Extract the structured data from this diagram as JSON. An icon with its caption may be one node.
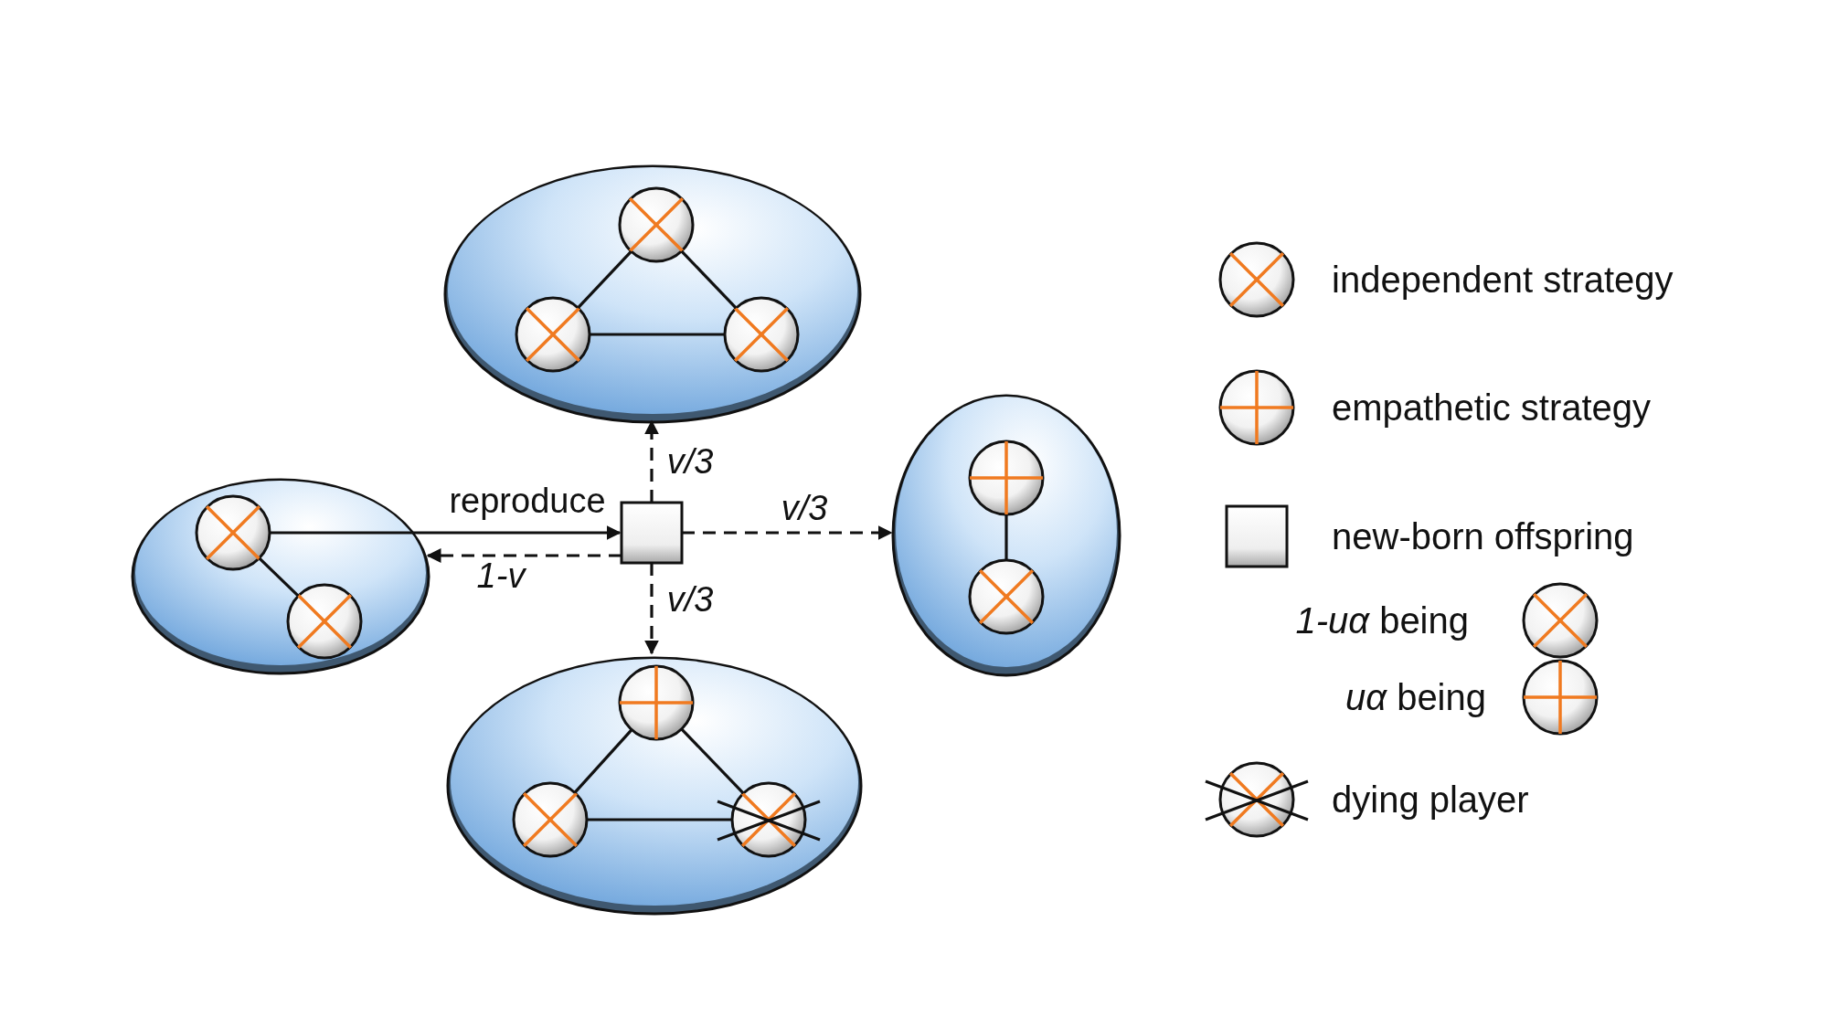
{
  "diagram": {
    "nodes": [
      {
        "text": [],
        "shape": "ellipse"
      },
      {
        "text": [],
        "shape": "circle",
        "in": 0
      },
      {
        "text": [],
        "shape": "circle",
        "in": 0
      },
      {
        "text": [],
        "shape": "circle",
        "in": 0
      },
      {
        "text": [],
        "shape": "ellipse"
      },
      {
        "text": [],
        "shape": "circle",
        "in": 4
      },
      {
        "text": [],
        "shape": "circle",
        "in": 4
      },
      {
        "text": [],
        "shape": "box"
      },
      {
        "text": [],
        "shape": "ellipse"
      },
      {
        "text": [],
        "shape": "circle",
        "in": 8
      },
      {
        "text": [],
        "shape": "circle",
        "in": 8
      },
      {
        "text": [],
        "shape": "ellipse"
      },
      {
        "text": [],
        "shape": "circle",
        "in": 11
      },
      {
        "text": [],
        "shape": "circle",
        "in": 11
      },
      {
        "text": [],
        "shape": "circle",
        "in": 11
      }
    ],
    "edges": [
      {
        "from": 1,
        "to": 2,
        "arrow": "none"
      },
      {
        "from": 1,
        "to": 3,
        "arrow": "none"
      },
      {
        "from": 2,
        "to": 3,
        "arrow": "none"
      },
      {
        "from": 5,
        "to": 6,
        "arrow": "none"
      },
      {
        "from": 5,
        "to": 7,
        "arrow": "to",
        "label": "reproduce"
      },
      {
        "from": 7,
        "to": 0,
        "arrow": "to",
        "label": "v/3",
        "style": "dashed"
      },
      {
        "from": 7,
        "to": 8,
        "arrow": "to",
        "label": "v/3",
        "style": "dashed"
      },
      {
        "from": 7,
        "to": 11,
        "arrow": "to",
        "label": "v/3",
        "style": "dashed"
      },
      {
        "from": 7,
        "to": 4,
        "arrow": "to",
        "label": "1-v",
        "style": "dashed"
      },
      {
        "from": 9,
        "to": 10,
        "arrow": "none"
      },
      {
        "from": 12,
        "to": 13,
        "arrow": "none"
      },
      {
        "from": 12,
        "to": 14,
        "arrow": "none"
      },
      {
        "from": 13,
        "to": 14,
        "arrow": "none"
      }
    ],
    "legend": [
      {
        "text": "independent strategy"
      },
      {
        "text": "empathetic strategy"
      },
      {
        "text": "new-born offspring"
      },
      {
        "text": "*1-uα* being"
      },
      {
        "text": "*uα* being"
      },
      {
        "text": "dying player"
      }
    ]
  }
}
